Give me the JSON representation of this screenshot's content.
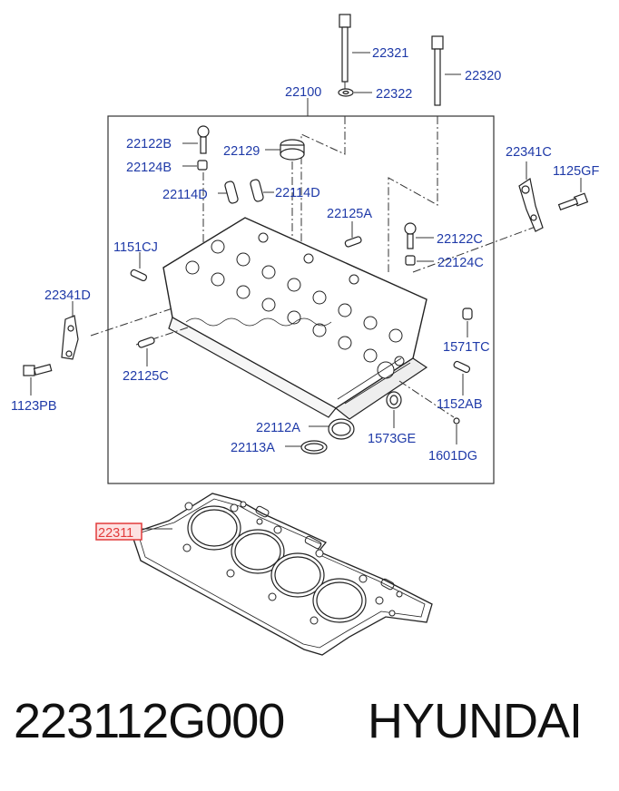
{
  "labels": {
    "l22321": "22321",
    "l22320": "22320",
    "l22322": "22322",
    "l22100": "22100",
    "l22122B": "22122B",
    "l22129": "22129",
    "l22124B": "22124B",
    "l22341C": "22341C",
    "l1125GF": "1125GF",
    "l22114D_left": "22114D",
    "l22114D_right": "22114D",
    "l22125A": "22125A",
    "l1151CJ": "1151CJ",
    "l22122C": "22122C",
    "l22124C": "22124C",
    "l22341D": "22341D",
    "l1571TC": "1571TC",
    "l22125C": "22125C",
    "l1123PB": "1123PB",
    "l1152AB": "1152AB",
    "l22112A": "22112A",
    "l1573GE": "1573GE",
    "l22113A": "22113A",
    "l1601DG": "1601DG",
    "l22311": "22311"
  },
  "colors": {
    "label": "#1f3aa8",
    "highlight": "#e23b3b",
    "highlight_fill": "#fde2e2"
  },
  "footer": {
    "part_number": "223112G000",
    "brand": "HYUNDAI"
  }
}
